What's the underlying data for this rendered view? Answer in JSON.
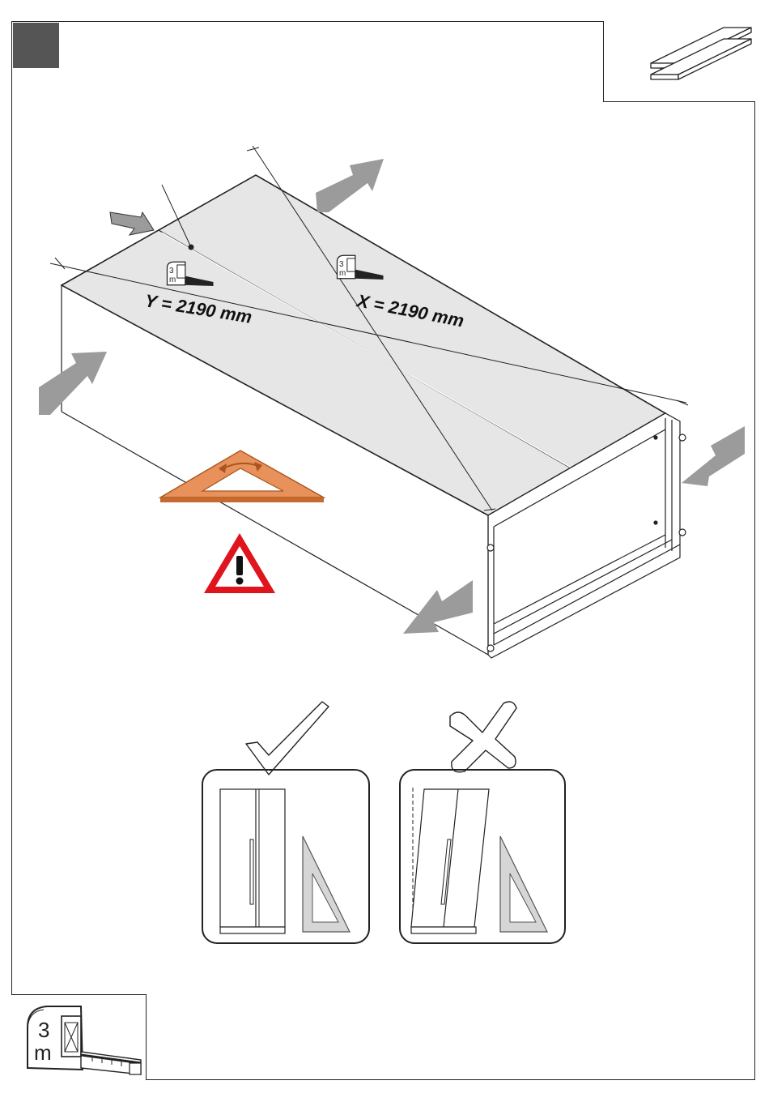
{
  "step_square_color": "#555555",
  "part_icon": "h-profile-connector-icon",
  "tool_icon": "tape-measure-icon",
  "tape_measure": {
    "number": "3",
    "unit": "m"
  },
  "measurements": {
    "y_label": "Y = 2190 mm",
    "x_label": "X = 2190 mm"
  },
  "warning_icon": "warning-triangle-icon",
  "warning_color": "#e0141c",
  "set_square_color": "#e8915a",
  "panel_fill": "#e6e6e6",
  "arrow_fill": "#9b9b9b",
  "comparison": {
    "correct_icon": "checkmark-icon",
    "wrong_icon": "cross-icon"
  }
}
